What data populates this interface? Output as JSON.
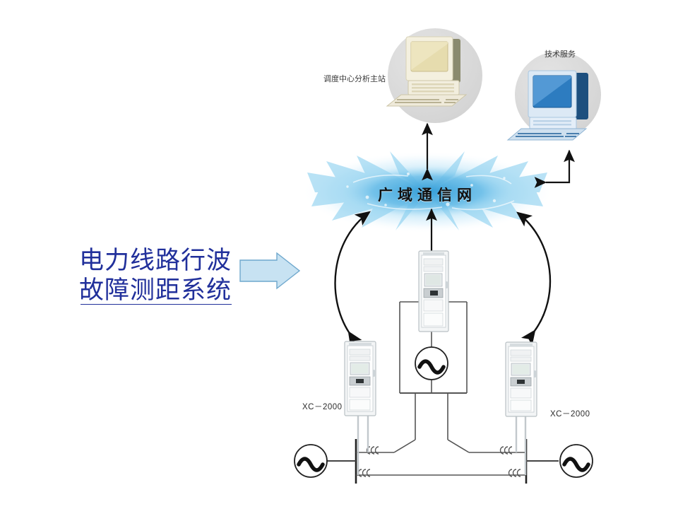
{
  "page": {
    "background": "#ffffff",
    "title_color": "#21309b"
  },
  "title": {
    "line1": "电力线路行波",
    "line2": "故障测距系统",
    "arrow": {
      "direction": "right",
      "fill": "#c7e2f2",
      "stroke": "#6fa8cd"
    }
  },
  "network": {
    "cloud_label": "广域通信网",
    "cloud_colors": {
      "splash": "#3ea8e0",
      "glow": "#d7eefb"
    }
  },
  "nodes": {
    "dispatch_station": {
      "label": "调度中心分析主站",
      "device": "crt-computer",
      "color": "#ddd5b4"
    },
    "tech_service": {
      "label": "技术服务",
      "device": "crt-computer",
      "color": "#2e7ac0"
    },
    "cabinet_center": {
      "label": "",
      "device": "equipment-cabinet"
    },
    "cabinet_left": {
      "label": "XC－2000",
      "device": "equipment-cabinet"
    },
    "cabinet_right": {
      "label": "XC－2000",
      "device": "equipment-cabinet"
    }
  },
  "power_system": {
    "sources": [
      {
        "name": "generator-left",
        "symbol": "AC"
      },
      {
        "name": "generator-center",
        "symbol": "AC"
      },
      {
        "name": "generator-right",
        "symbol": "AC"
      }
    ],
    "busbars": 2,
    "ct_coils": 4,
    "line_color": "#4a4a4a"
  },
  "connections": [
    {
      "from": "dispatch_station",
      "to": "cloud",
      "style": "double-arrow-vertical"
    },
    {
      "from": "tech_service",
      "to": "cloud",
      "style": "double-arrow-elbow"
    },
    {
      "from": "cabinet_center",
      "to": "cloud",
      "style": "double-arrow-vertical"
    },
    {
      "from": "cabinet_left",
      "to": "cloud",
      "style": "double-arrow-curved"
    },
    {
      "from": "cabinet_right",
      "to": "cloud",
      "style": "double-arrow-curved"
    }
  ]
}
